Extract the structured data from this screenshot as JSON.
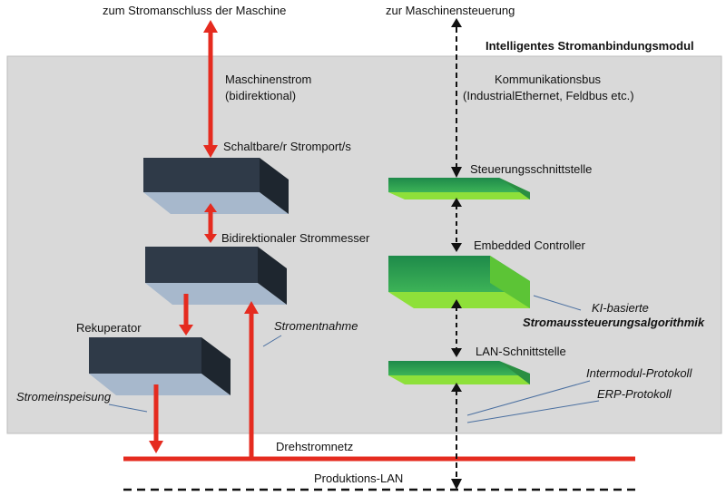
{
  "top": {
    "power_connection": "zum Stromanschluss der Maschine",
    "machine_control": "zur Maschinensteuerung"
  },
  "module_title": "Intelligentes Stromanbindungsmodul",
  "left": {
    "machine_current_line1": "Maschinenstrom",
    "machine_current_line2": "(bidirektional)",
    "switchable_port": "Schaltbare/r Stromport/s",
    "bidirectional_meter": "Bidirektionaler Strommesser",
    "recuperator": "Rekuperator",
    "withdrawal": "Stromentnahme",
    "feed_in": "Stromeinspeisung"
  },
  "right": {
    "comm_bus_line1": "Kommunikationsbus",
    "comm_bus_line2": "(IndustrialEthernet, Feldbus etc.)",
    "control_interface": "Steuerungsschnittstelle",
    "embedded_controller": "Embedded Controller",
    "ai_line1": "KI-basierte",
    "ai_line2": "Stromaussteuerungsalgorithmik",
    "lan_interface": "LAN-Schnittstelle",
    "intermodule_protocol": "Intermodul-Protokoll",
    "erp_protocol": "ERP-Protokoll"
  },
  "bottom": {
    "three_phase_grid": "Drehstromnetz",
    "production_lan": "Produktions-LAN"
  },
  "colors": {
    "power_red": "#e52b1f",
    "module_bg": "#d7d7d7",
    "dark_box": "#2f3a48",
    "green_box": "#3aa64a",
    "green_light": "#8ee03a"
  }
}
